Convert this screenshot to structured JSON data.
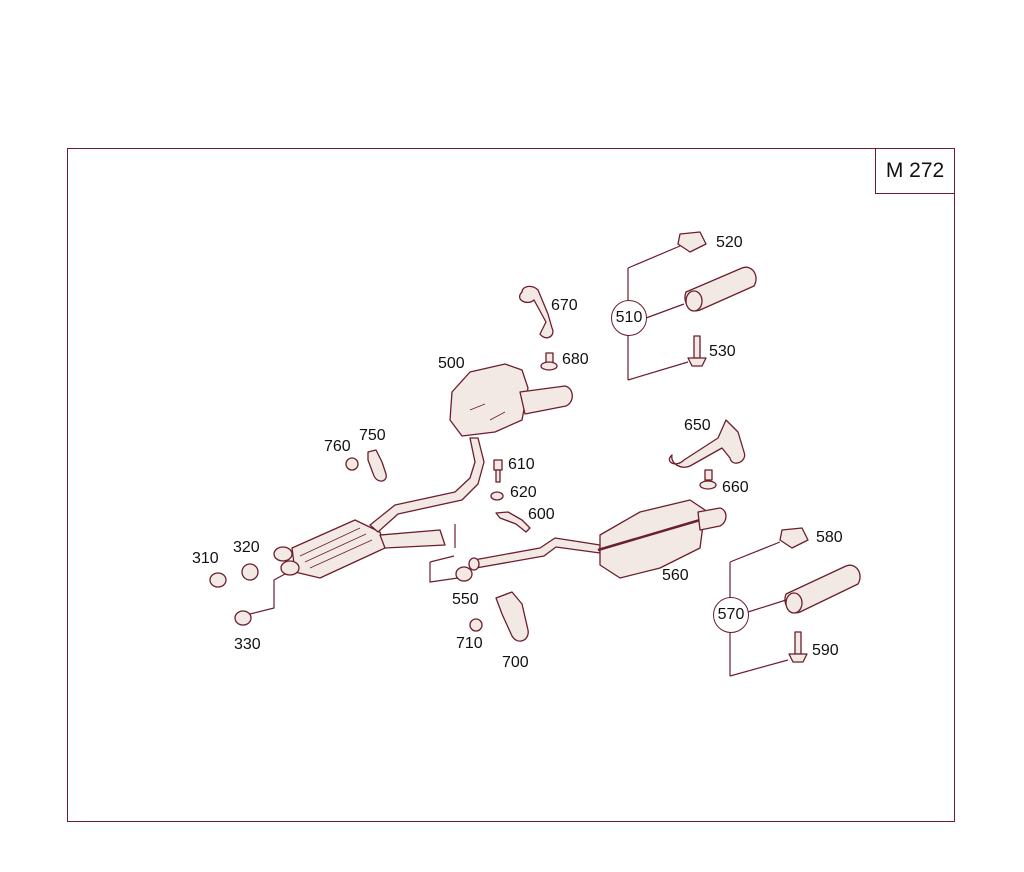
{
  "engine_badge": "M 272",
  "colors": {
    "line": "#6b1e2e",
    "part_fill": "#f2e9e4",
    "part_stroke": "#6b1e2e"
  },
  "callouts": {
    "p310": "310",
    "p320": "320",
    "p330": "330",
    "p500": "500",
    "p510": "510",
    "p520": "520",
    "p530": "530",
    "p550": "550",
    "p560": "560",
    "p570": "570",
    "p580": "580",
    "p590": "590",
    "p600": "600",
    "p610": "610",
    "p620": "620",
    "p650": "650",
    "p660": "660",
    "p670": "670",
    "p680": "680",
    "p700": "700",
    "p710": "710",
    "p750": "750",
    "p760": "760"
  }
}
